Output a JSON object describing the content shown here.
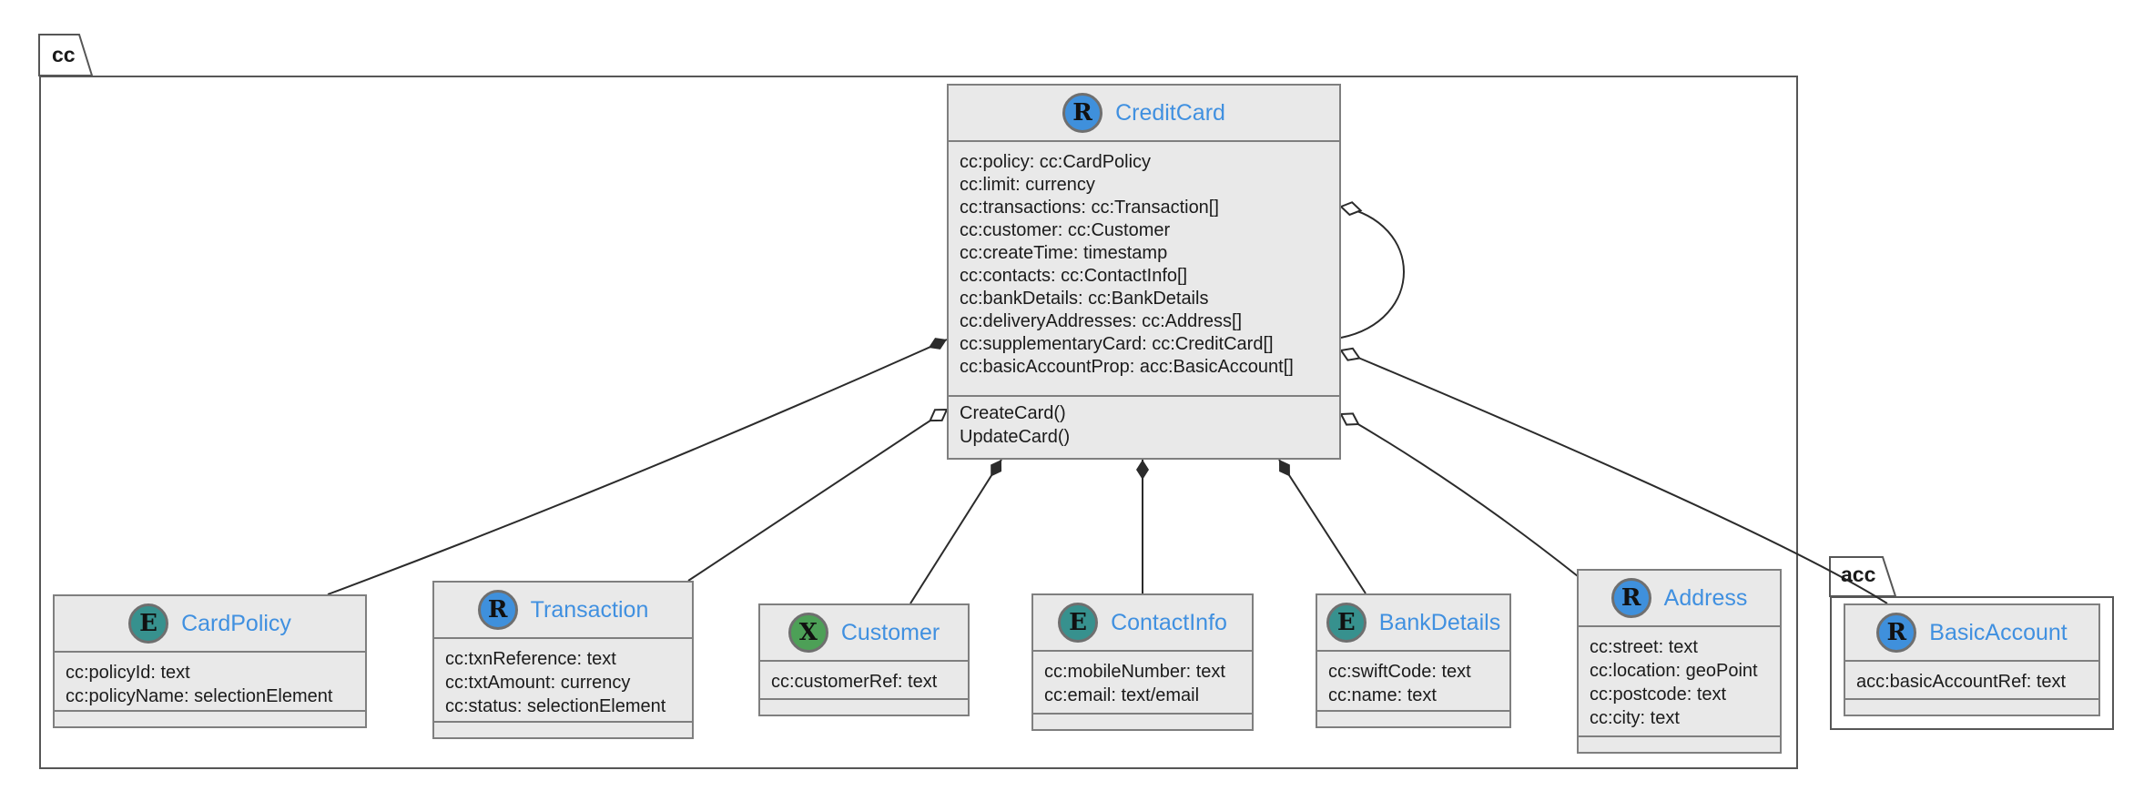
{
  "packages": {
    "cc": {
      "label": "cc"
    },
    "acc": {
      "label": "acc"
    }
  },
  "classes": {
    "creditCard": {
      "name": "CreditCard",
      "icon": "R",
      "icon_kind": "resource",
      "attributes": [
        "cc:policy: cc:CardPolicy",
        "cc:limit: currency",
        "cc:transactions: cc:Transaction[]",
        "cc:customer: cc:Customer",
        "cc:createTime: timestamp",
        "cc:contacts: cc:ContactInfo[]",
        "cc:bankDetails: cc:BankDetails",
        "cc:deliveryAddresses: cc:Address[]",
        "cc:supplementaryCard: cc:CreditCard[]",
        "cc:basicAccountProp: acc:BasicAccount[]"
      ],
      "methods": [
        "CreateCard()",
        "UpdateCard()"
      ]
    },
    "cardPolicy": {
      "name": "CardPolicy",
      "icon": "E",
      "icon_kind": "element",
      "attributes": [
        "cc:policyId: text",
        "cc:policyName: selectionElement"
      ],
      "methods": []
    },
    "transaction": {
      "name": "Transaction",
      "icon": "R",
      "icon_kind": "resource",
      "attributes": [
        "cc:txnReference: text",
        "cc:txtAmount: currency",
        "cc:status: selectionElement"
      ],
      "methods": []
    },
    "customer": {
      "name": "Customer",
      "icon": "X",
      "icon_kind": "extension",
      "attributes": [
        "cc:customerRef: text"
      ],
      "methods": []
    },
    "contactInfo": {
      "name": "ContactInfo",
      "icon": "E",
      "icon_kind": "element",
      "attributes": [
        "cc:mobileNumber: text",
        "cc:email: text/email"
      ],
      "methods": []
    },
    "bankDetails": {
      "name": "BankDetails",
      "icon": "E",
      "icon_kind": "element",
      "attributes": [
        "cc:swiftCode: text",
        "cc:name: text"
      ],
      "methods": []
    },
    "address": {
      "name": "Address",
      "icon": "R",
      "icon_kind": "resource",
      "attributes": [
        "cc:street: text",
        "cc:location: geoPoint",
        "cc:postcode: text",
        "cc:city: text"
      ],
      "methods": []
    },
    "basicAccount": {
      "name": "BasicAccount",
      "icon": "R",
      "icon_kind": "resource",
      "attributes": [
        "acc:basicAccountRef: text"
      ],
      "methods": []
    }
  },
  "edges": [
    {
      "from": "CreditCard",
      "to": "CardPolicy",
      "diamond": "filled"
    },
    {
      "from": "CreditCard",
      "to": "Transaction",
      "diamond": "hollow"
    },
    {
      "from": "CreditCard",
      "to": "Customer",
      "diamond": "filled"
    },
    {
      "from": "CreditCard",
      "to": "ContactInfo",
      "diamond": "filled"
    },
    {
      "from": "CreditCard",
      "to": "BankDetails",
      "diamond": "filled"
    },
    {
      "from": "CreditCard",
      "to": "Address",
      "diamond": "hollow"
    },
    {
      "from": "CreditCard",
      "to": "BasicAccount",
      "diamond": "hollow"
    },
    {
      "from": "CreditCard",
      "to": "CreditCard",
      "diamond": "hollow",
      "self_loop": true
    }
  ],
  "colors": {
    "badge_r": "#3f90dc",
    "badge_e": "#37918e",
    "badge_x": "#4da057",
    "class_title": "#4090e0",
    "box_fill": "#e9e9e9",
    "box_border": "#7f7f7f",
    "edge": "#2b2b2b",
    "package_border": "#565656",
    "text": "#1b1b1b"
  }
}
